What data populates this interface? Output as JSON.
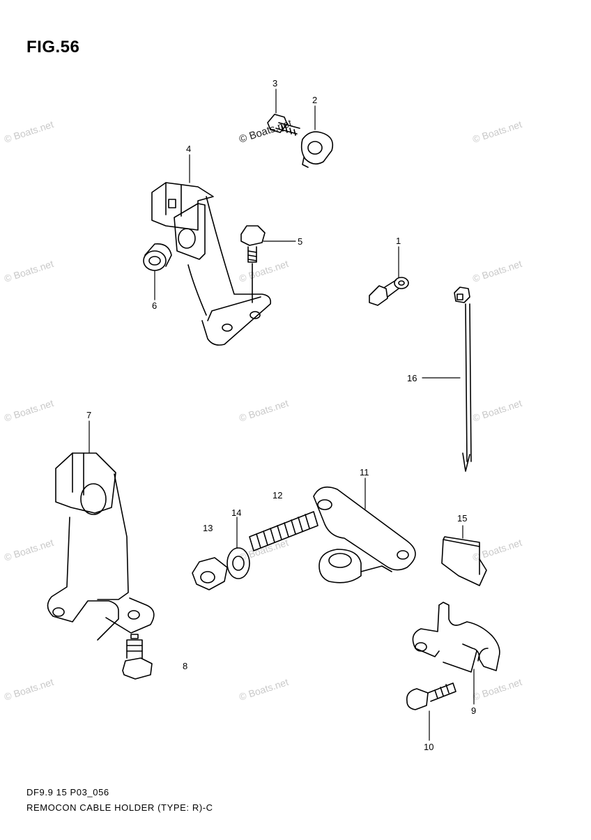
{
  "figure": {
    "title": "FIG.56",
    "code": "DF9.9 15 P03_056",
    "caption": "REMOCON CABLE HOLDER (TYPE: R)-C"
  },
  "watermark": "© Boats.net",
  "callouts": [
    "1",
    "2",
    "3",
    "4",
    "5",
    "6",
    "7",
    "8",
    "9",
    "10",
    "11",
    "12",
    "13",
    "14",
    "15",
    "16"
  ],
  "colors": {
    "line": "#000000",
    "watermark": "#c9c9c9",
    "background": "#ffffff"
  }
}
